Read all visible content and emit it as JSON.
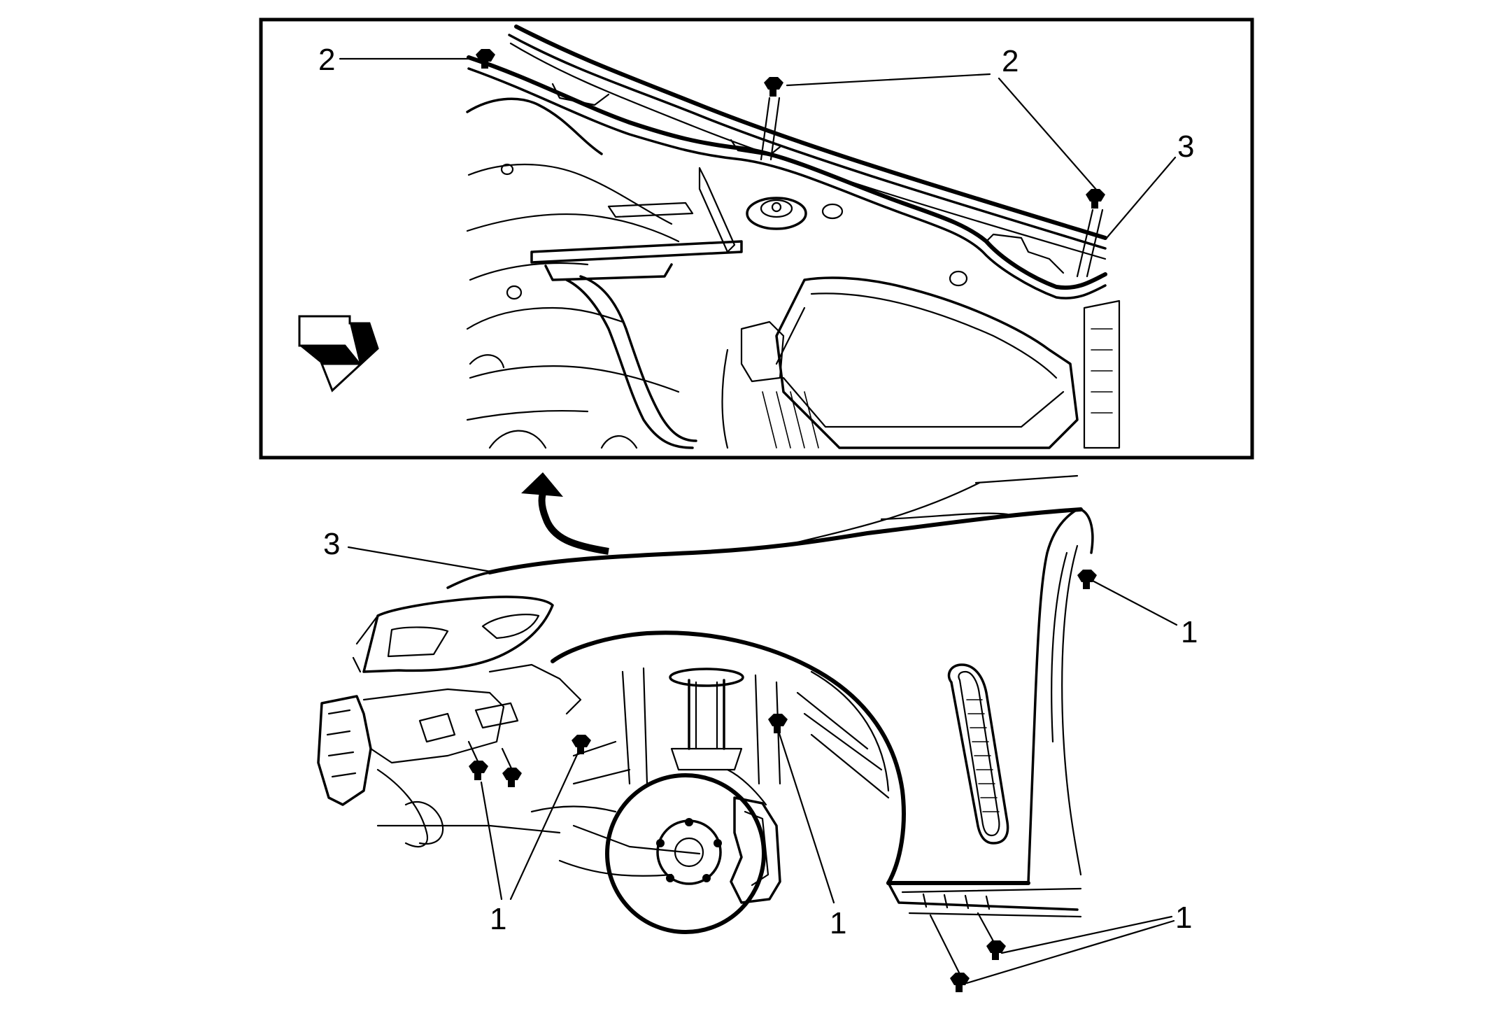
{
  "colors": {
    "ink": "#000000",
    "paper": "#ffffff"
  },
  "icons": {
    "view_arrow": "view-direction-arrow-icon",
    "pointer_arrow": "curved-pointer-arrow-icon",
    "fastener": "fastener-bolt-icon"
  },
  "inset": {
    "labels": [
      {
        "id": "inset-label-2-left",
        "text": "2"
      },
      {
        "id": "inset-label-2-right",
        "text": "2"
      },
      {
        "id": "inset-label-3",
        "text": "3"
      }
    ]
  },
  "main": {
    "labels": [
      {
        "id": "label-3",
        "text": "3"
      },
      {
        "id": "label-1-upper-right",
        "text": "1"
      },
      {
        "id": "label-1-lower-left",
        "text": "1"
      },
      {
        "id": "label-1-wheel-well",
        "text": "1"
      },
      {
        "id": "label-1-lower-right",
        "text": "1"
      }
    ]
  }
}
